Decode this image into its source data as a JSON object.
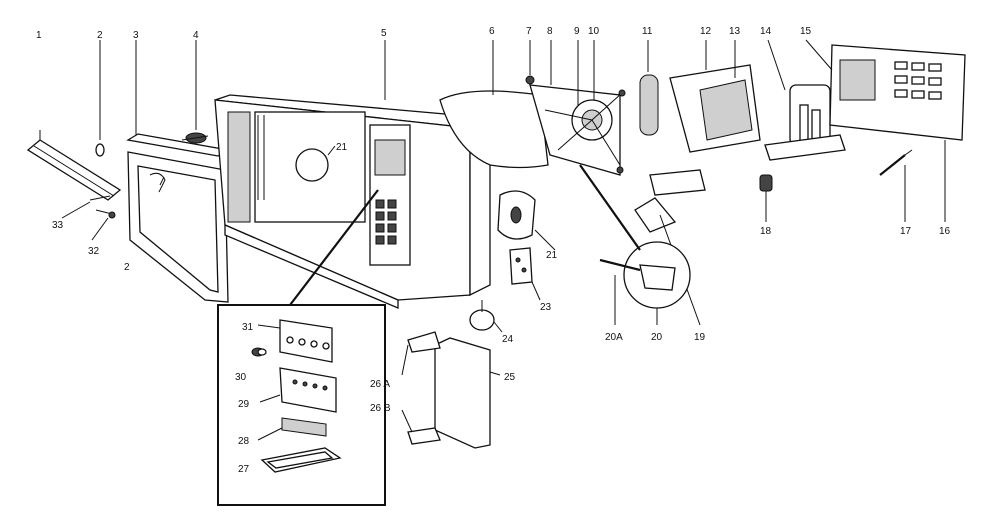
{
  "diagram": {
    "labels": {
      "l1": "1",
      "l2a": "2",
      "l2b": "2",
      "l3": "3",
      "l4": "4",
      "l5": "5",
      "l6": "6",
      "l7": "7",
      "l8": "8",
      "l9": "9",
      "l10": "10",
      "l11": "11",
      "l12": "12",
      "l13": "13",
      "l14": "14",
      "l15": "15",
      "l16": "16",
      "l17": "17",
      "l18": "18",
      "l19": "19",
      "l20": "20",
      "l20a": "20A",
      "l21a": "21",
      "l21b": "21",
      "l23": "23",
      "l24": "24",
      "l25": "25",
      "l26a": "26 A",
      "l26b": "26 B",
      "l27": "27",
      "l28": "28",
      "l29": "29",
      "l30": "30",
      "l31": "31",
      "l32": "32",
      "l33": "33"
    }
  }
}
